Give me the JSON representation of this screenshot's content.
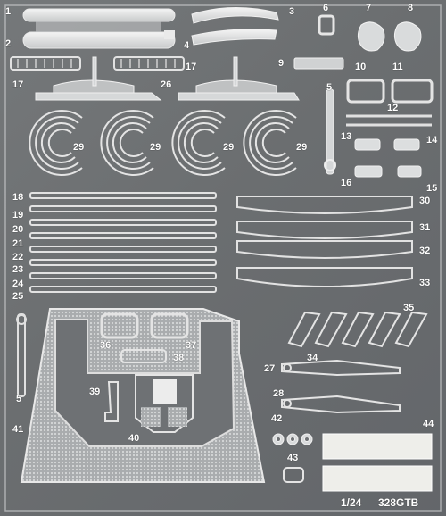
{
  "sheet": {
    "scale": "1/24",
    "model": "328GTB",
    "part_numbers": [
      "1",
      "2",
      "3",
      "4",
      "5",
      "6",
      "7",
      "8",
      "9",
      "10",
      "11",
      "12",
      "13",
      "14",
      "15",
      "16",
      "17",
      "17",
      "18",
      "19",
      "20",
      "21",
      "22",
      "23",
      "24",
      "25",
      "26",
      "29",
      "29",
      "29",
      "29",
      "30",
      "31",
      "32",
      "33",
      "34",
      "35",
      "36",
      "37",
      "38",
      "39",
      "40",
      "41",
      "42",
      "43",
      "44",
      "27",
      "28",
      "5"
    ]
  },
  "colors": {
    "metal": "#6e7174",
    "part": "#d9dbdc",
    "part_edge": "#f2f2f2",
    "mesh": "#b9bbbc",
    "label": "#ffffff"
  }
}
